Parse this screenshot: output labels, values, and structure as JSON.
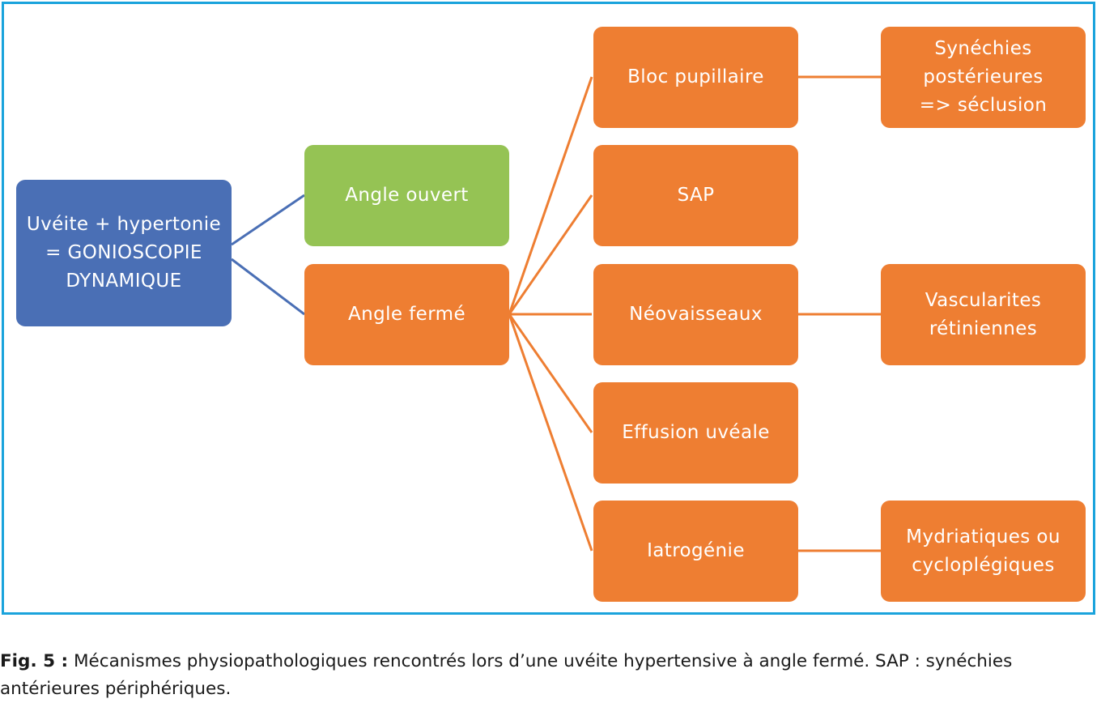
{
  "nodes": {
    "root": "Uvéite + hypertonie\n= GONIOSCOPIE\nDYNAMIQUE",
    "open_angle": "Angle ouvert",
    "closed_angle": "Angle fermé",
    "pupillary_block": "Bloc pupillaire",
    "sap": "SAP",
    "neovessels": "Néovaisseaux",
    "uveal_effusion": "Effusion uvéale",
    "iatrogenic": "Iatrogénie",
    "posterior_synechiae": "Synéchies\npostérieures\n=> séclusion",
    "retinal_vasculitis": "Vascularites\nrétiniennes",
    "mydriatics": "Mydriatiques ou\ncycloplégiques"
  },
  "caption": {
    "label": "Fig. 5 :",
    "text": " Mécanismes physiopathologiques rencontrés lors d’une uvéite hypertensive à angle fermé. SAP : synéchies antérieures périphériques."
  },
  "colors": {
    "frame": "#1aa3dc",
    "root": "#4a6fb5",
    "open_angle": "#95c354",
    "closed_path": "#ee7e32",
    "root_links": "#4a6fb5"
  }
}
